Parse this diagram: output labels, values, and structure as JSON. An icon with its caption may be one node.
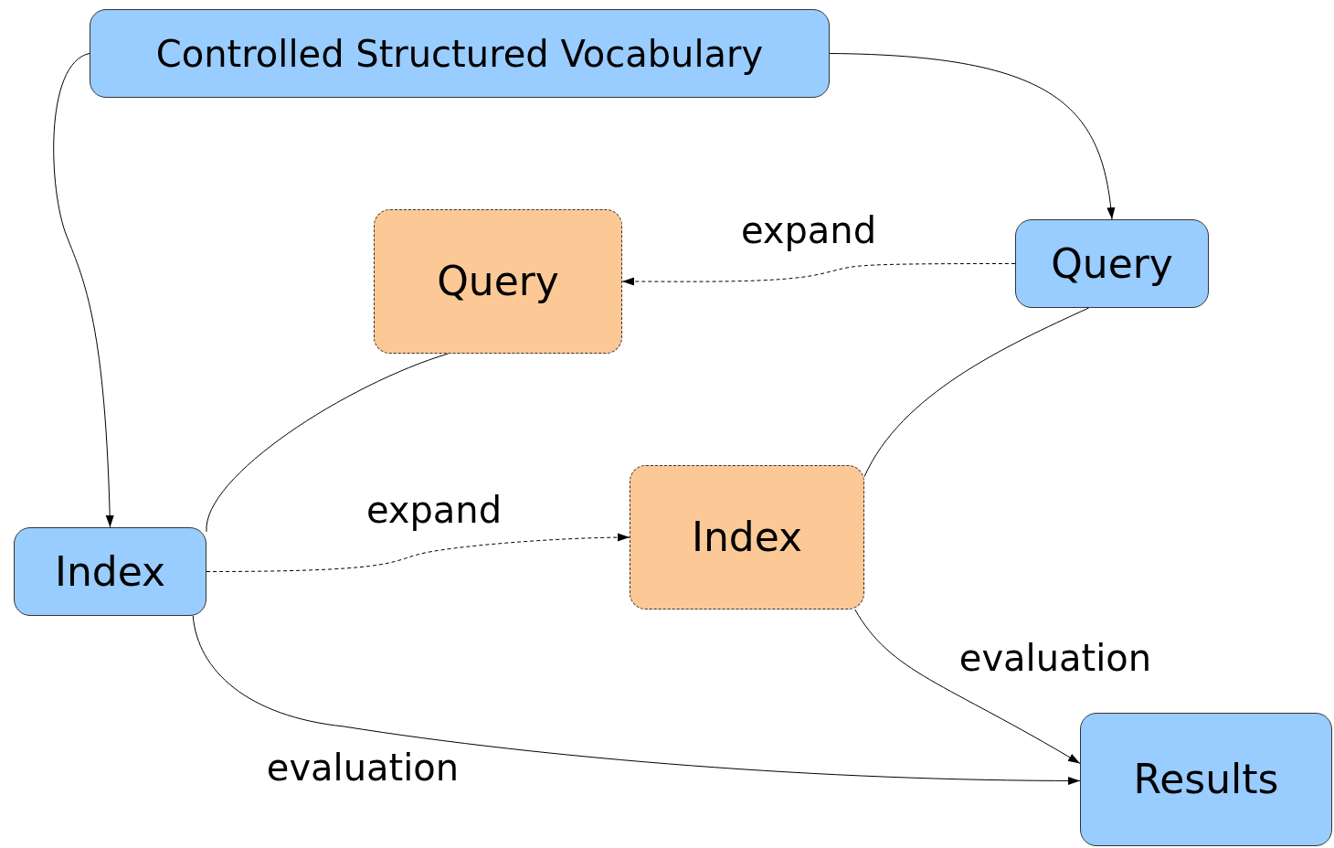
{
  "diagram": {
    "nodes": [
      {
        "text": [
          "Controlled Structured Vocabulary"
        ]
      },
      {
        "text": [
          "Query"
        ]
      },
      {
        "text": [
          "Query"
        ]
      },
      {
        "text": [
          "Index"
        ]
      },
      {
        "text": [
          "Index"
        ]
      },
      {
        "text": [
          "Results"
        ]
      }
    ],
    "edges": [
      {
        "from": 0,
        "to": 1,
        "arrow": "to"
      },
      {
        "from": 0,
        "to": 3,
        "arrow": "to"
      },
      {
        "from": 1,
        "to": 2,
        "arrow": "to",
        "label": "expand",
        "style": "dashed"
      },
      {
        "from": 3,
        "to": 4,
        "arrow": "to",
        "label": "expand",
        "style": "dashed"
      },
      {
        "from": 2,
        "to": 3,
        "arrow": "none"
      },
      {
        "from": 3,
        "to": 5,
        "arrow": "to",
        "label": "evaluation"
      },
      {
        "from": 1,
        "to": 4,
        "arrow": "none"
      },
      {
        "from": 4,
        "to": 5,
        "arrow": "to",
        "label": "evaluation"
      }
    ]
  }
}
